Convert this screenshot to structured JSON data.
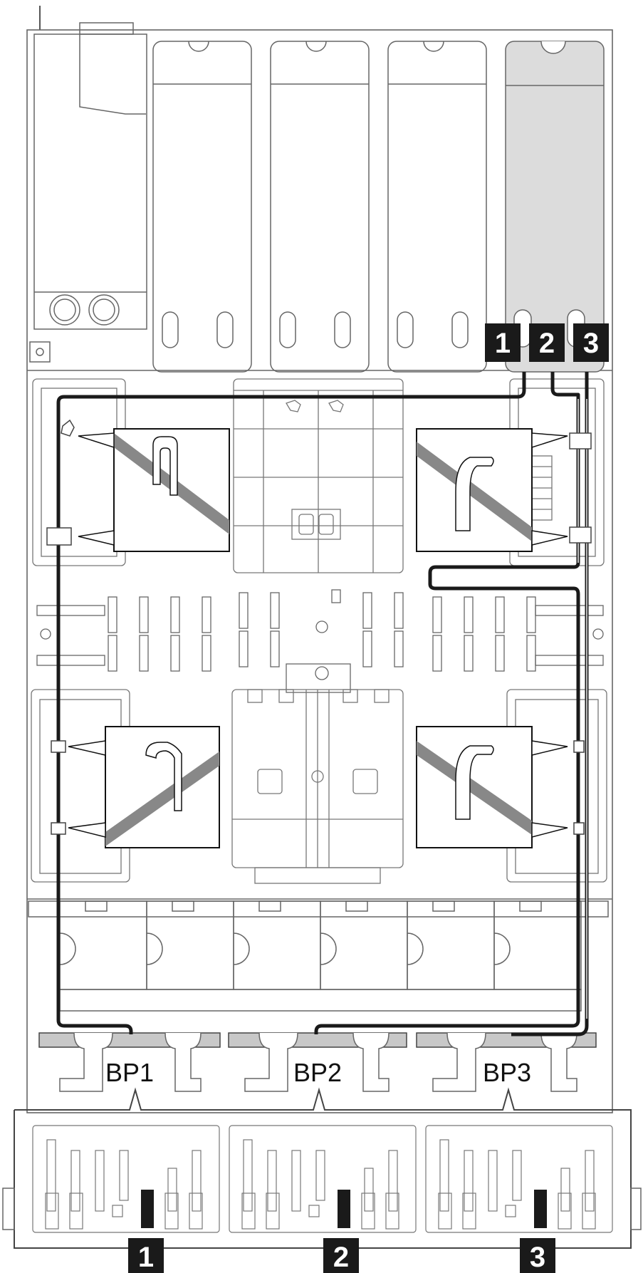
{
  "slot_badges": [
    "1",
    "2",
    "3"
  ],
  "backplane_labels": [
    "BP1",
    "BP2",
    "BP3"
  ],
  "bottom_callouts": [
    "1",
    "2",
    "3"
  ],
  "colors": {
    "outline": "#555555",
    "cable": "#1a1a1a",
    "badge": "#1a1a1a",
    "shade": "#d9d9d9",
    "stripe": "#888888",
    "backplane": "#c8c8c8"
  }
}
